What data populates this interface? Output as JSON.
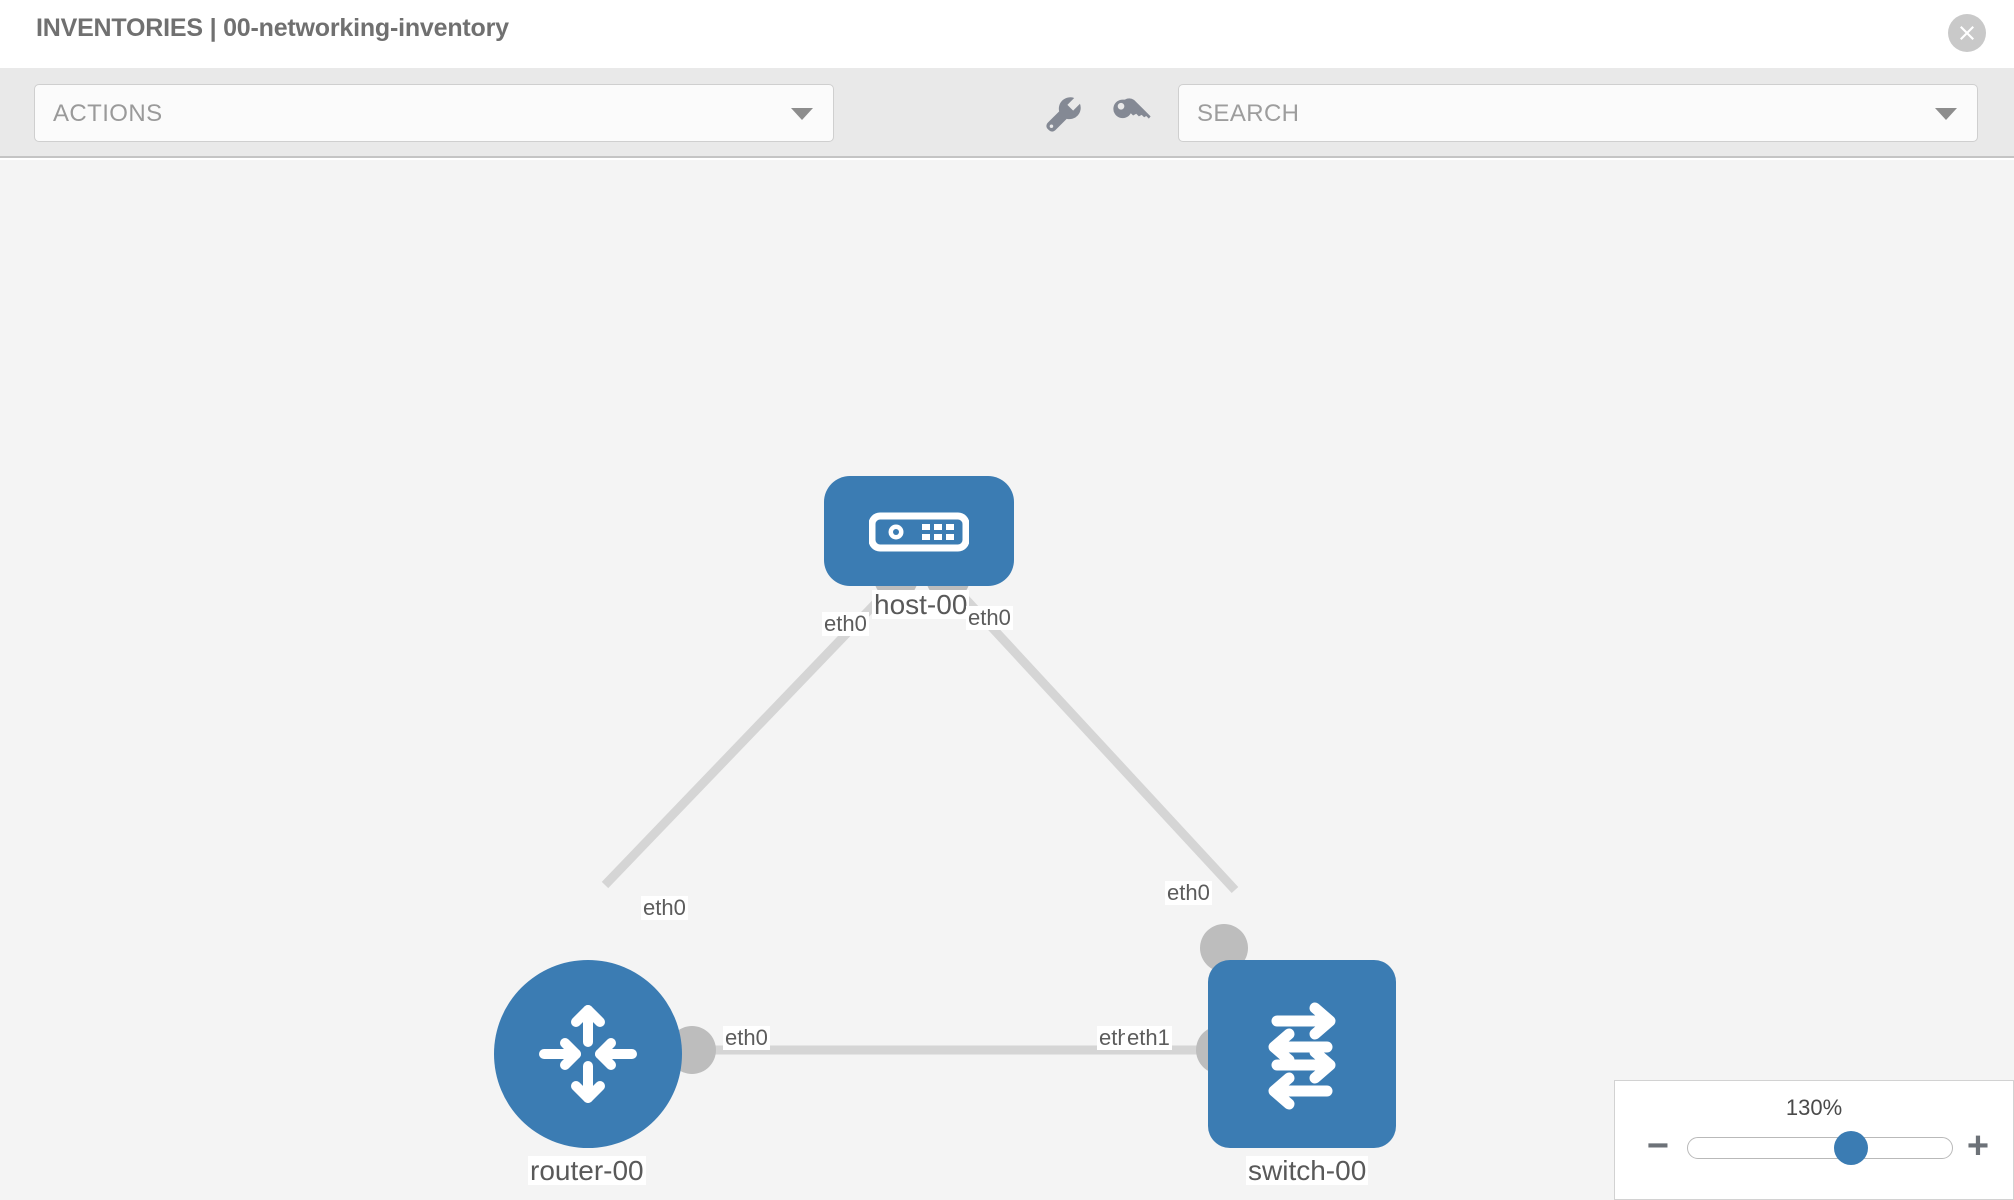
{
  "header": {
    "title": "INVENTORIES | 00-networking-inventory",
    "close_icon": "close-circle-icon"
  },
  "toolbar": {
    "actions_label": "ACTIONS",
    "actions_caret_icon": "chevron-down-icon",
    "wrench_icon": "wrench-icon",
    "key_icon": "key-icon",
    "search_placeholder": "SEARCH",
    "search_value": "SEARCH",
    "search_caret_icon": "chevron-down-icon"
  },
  "topology": {
    "nodes": [
      {
        "id": "host-00",
        "label": "host-00",
        "icon": "server-icon",
        "shape": "rounded-rect",
        "color": "#3b7cb3"
      },
      {
        "id": "router-00",
        "label": "router-00",
        "icon": "router-icon",
        "shape": "circle",
        "color": "#3b7cb3"
      },
      {
        "id": "switch-00",
        "label": "switch-00",
        "icon": "switch-icon",
        "shape": "rounded-square",
        "color": "#3b7cb3"
      }
    ],
    "edges": [
      {
        "from": "host-00",
        "to": "router-00",
        "from_label": "eth0",
        "to_label": "eth0"
      },
      {
        "from": "host-00",
        "to": "switch-00",
        "from_label": "eth0",
        "to_label": "eth0"
      },
      {
        "from": "router-00",
        "to": "switch-00",
        "from_label": "eth0",
        "to_label": "eth1"
      }
    ],
    "edge_labels": {
      "host_left": "eth0",
      "host_right": "eth0",
      "router_top": "eth0",
      "switch_top": "eth0",
      "router_right": "eth0",
      "switch_left_back": "eth0",
      "switch_left_front": "eth1"
    }
  },
  "zoom_control": {
    "percent": "130%",
    "minus_label": "−",
    "plus_label": "+",
    "slider_value": 63
  },
  "colors": {
    "node_blue": "#3b7cb3",
    "port_gray": "#bdbdbd",
    "edge_gray": "#d3d3d3",
    "canvas_bg": "#f4f4f4",
    "toolbar_bg": "#e9e9e9"
  }
}
